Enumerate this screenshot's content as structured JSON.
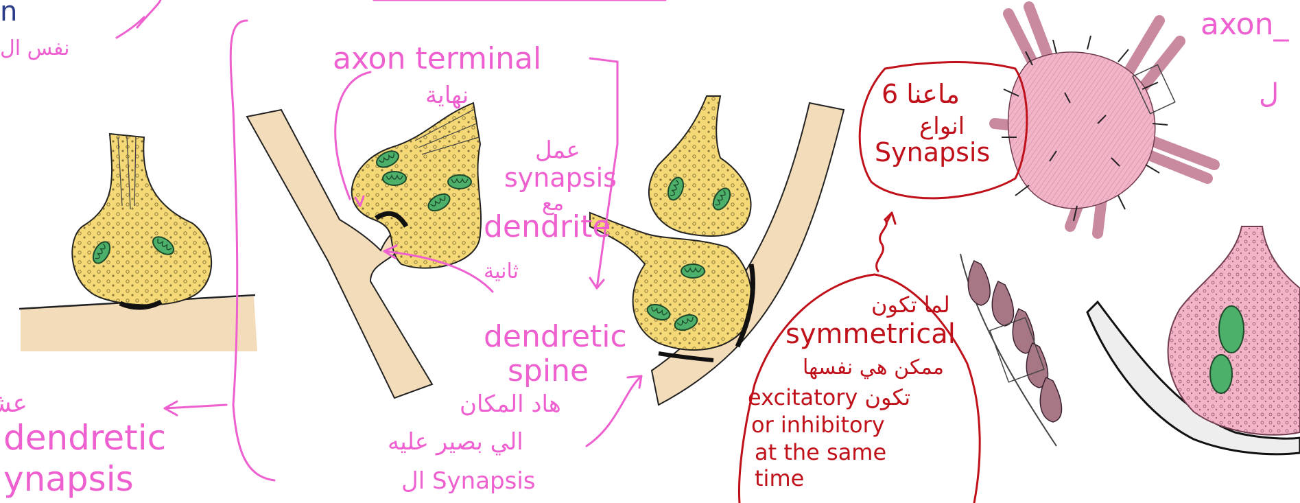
{
  "colors": {
    "annotation_pink": "#ee5fcf",
    "annotation_red": "#c0101a",
    "annotation_blue": "#2a3c8a",
    "terminal_yellow": "#f5d977",
    "dendrite_beige": "#f3dcb9",
    "mitochondria_green": "#4caf6a",
    "tissue_pink": "#f3b4c8"
  },
  "notes": {
    "top_left": {
      "line1": "n",
      "line2": "نفس ال"
    },
    "left_bottom": {
      "line1": "عشان هيك",
      "line2": "dendretic",
      "line3": "ynapsis"
    },
    "axon_terminal": {
      "line1": "axon terminal",
      "line2": "نهاية"
    },
    "synapsis_middle": {
      "line1": "عمل",
      "line2": "synapsis",
      "line3": "مع",
      "line4": "dendrite",
      "line5": "ثانية"
    },
    "spine": {
      "line1": "dendretic",
      "line2": "spine"
    },
    "bottom_middle": {
      "line1": "هاد المكان",
      "line2": "الي بصير عليه",
      "line3": "ال Synapsis"
    },
    "bubble_top": {
      "line1": "ماعنا 6",
      "line2": "انواع",
      "line3": "Synapsis"
    },
    "bubble_bottom": {
      "line1": "لما تكون",
      "line2": "symmetrical",
      "line3": "ممكن هي نفسها",
      "line4": "excitatory تكون",
      "line5": "or inhibitory",
      "line6": "at the same",
      "line7": "time"
    },
    "top_right": {
      "line1": "axon_",
      "line2": "ل"
    }
  }
}
